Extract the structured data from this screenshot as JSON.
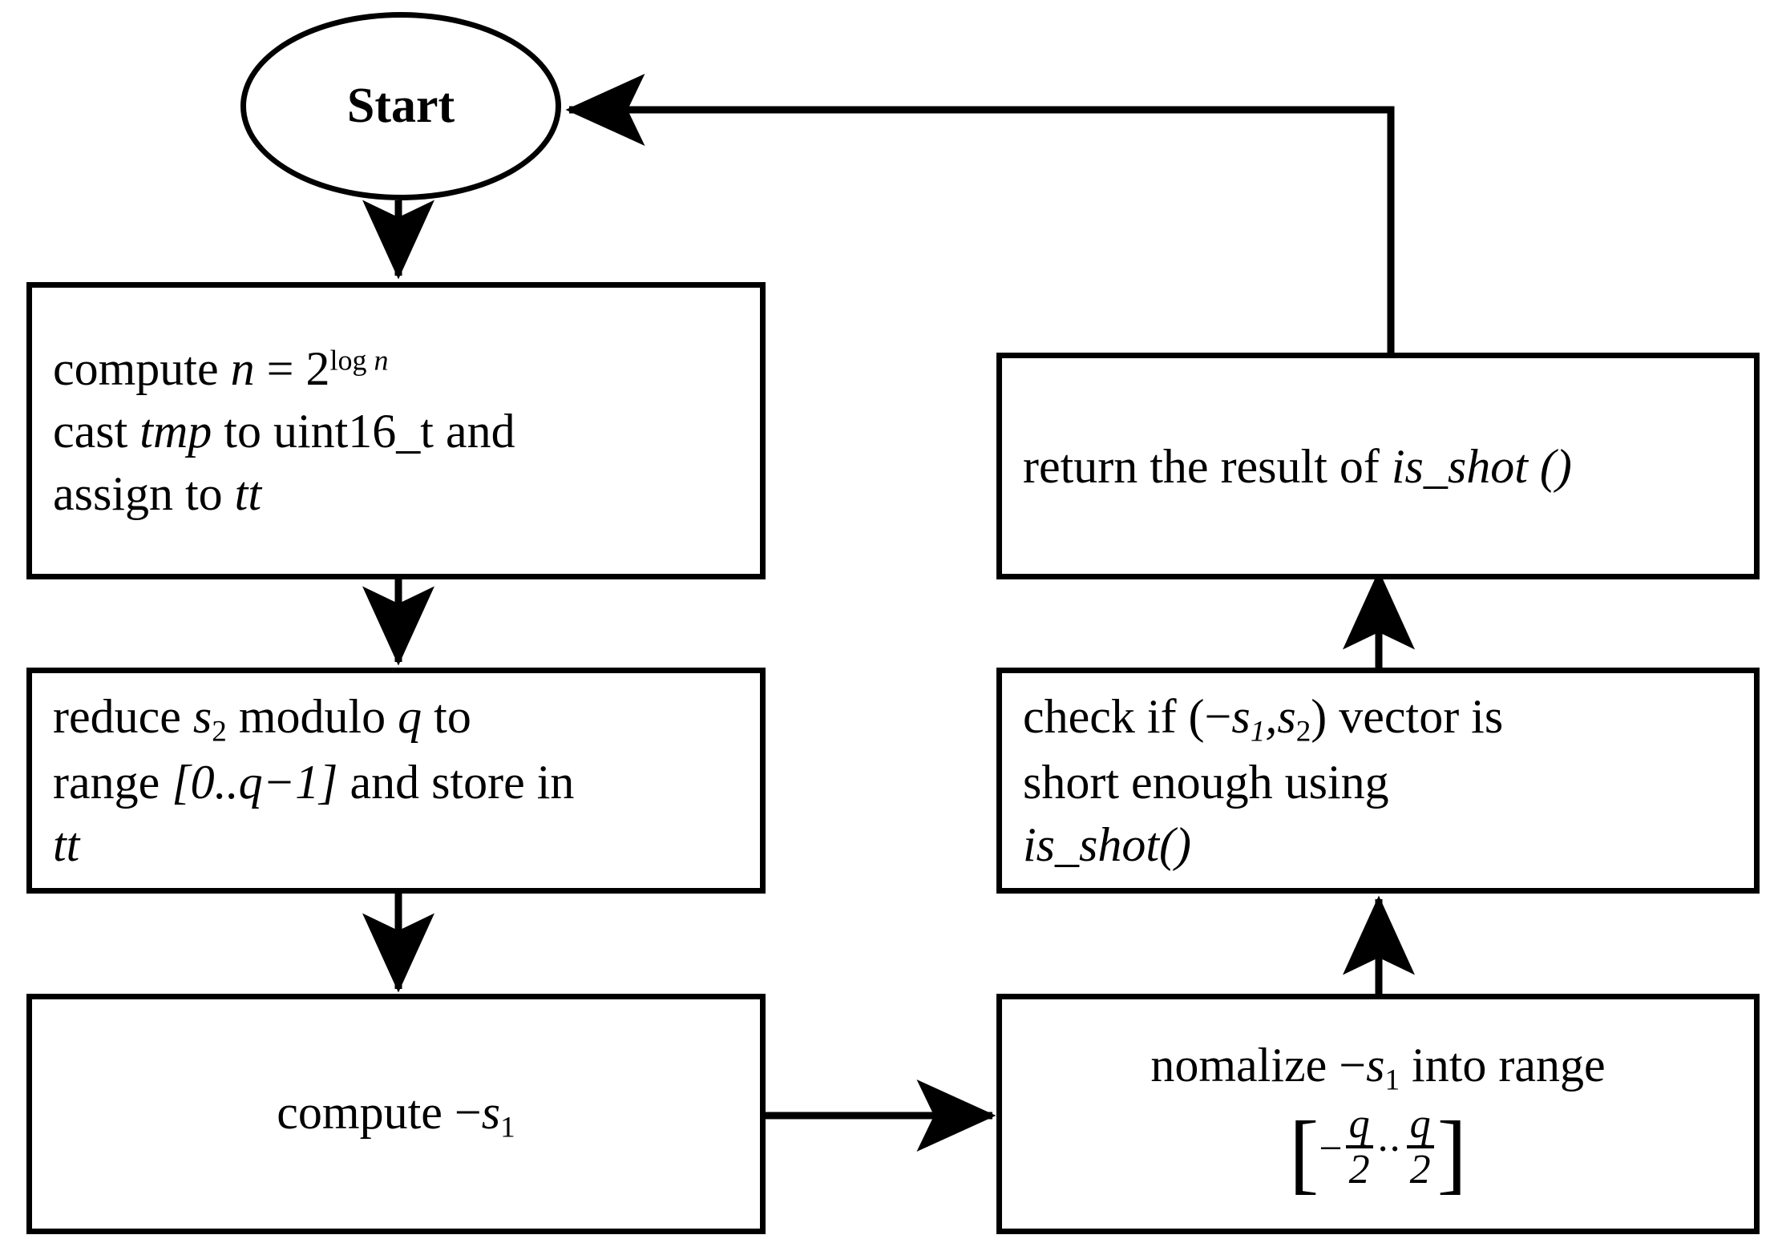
{
  "diagram": {
    "type": "flowchart",
    "title": "",
    "background": "#ffffff",
    "stroke": "#000000"
  },
  "nodes": {
    "start": {
      "shape": "ellipse",
      "label": "Start"
    },
    "compute_n": {
      "shape": "process",
      "line1_a": "compute ",
      "line1_var": "n",
      "line1_b": " = 2",
      "line1_sup_a": "log ",
      "line1_sup_var": "n",
      "line2_a": "cast ",
      "line2_var": "tmp",
      "line2_b": " to uint16_t and",
      "line3_a": "assign to ",
      "line3_var": "tt"
    },
    "reduce_s2": {
      "shape": "process",
      "line1_a": "reduce ",
      "line1_var": "s",
      "line1_sub": "2",
      "line1_b": " modulo ",
      "line1_var2": "q",
      "line1_c": " to",
      "line2_a": "range ",
      "line2_range": "[0..q−1]",
      "line2_b": " and store in",
      "line3_var": "tt"
    },
    "compute_neg_s1": {
      "shape": "process",
      "line1_a": "compute −",
      "line1_var": "s",
      "line1_sub": "1"
    },
    "normalize": {
      "shape": "process",
      "line1_a": "nomalize −",
      "line1_var": "s",
      "line1_sub": "1",
      "line1_b": " into range",
      "range_open": "[",
      "range_minus": "−",
      "range_num1": "q",
      "range_den1": "2",
      "range_dots": "..",
      "range_num2": "q",
      "range_den2": "2",
      "range_close": "]"
    },
    "check_short": {
      "shape": "process",
      "line1_a": "check if (−",
      "line1_var1": "s",
      "line1_sub1": "1",
      "line1_comma": ",",
      "line1_var2": "s",
      "line1_sub2": "2",
      "line1_b": ") vector is",
      "line2": "short enough  using",
      "line3_var": "is_shot()"
    },
    "return_result": {
      "shape": "process",
      "line1_a": "return the result of ",
      "line1_var": "is_shot ()"
    }
  },
  "edges": [
    {
      "name": "start-to-compute-n",
      "from": "start",
      "to": "compute_n",
      "direction": "down",
      "label": ""
    },
    {
      "name": "compute-n-to-reduce-s2",
      "from": "compute_n",
      "to": "reduce_s2",
      "direction": "down",
      "label": ""
    },
    {
      "name": "reduce-s2-to-compute-neg-s1",
      "from": "reduce_s2",
      "to": "compute_neg_s1",
      "direction": "down",
      "label": ""
    },
    {
      "name": "compute-neg-s1-to-normalize",
      "from": "compute_neg_s1",
      "to": "normalize",
      "direction": "right",
      "label": ""
    },
    {
      "name": "normalize-to-check-short",
      "from": "normalize",
      "to": "check_short",
      "direction": "up",
      "label": ""
    },
    {
      "name": "check-short-to-return",
      "from": "check_short",
      "to": "return_result",
      "direction": "up",
      "label": ""
    },
    {
      "name": "return-to-start",
      "from": "return_result",
      "to": "start",
      "direction": "loop-up-left",
      "label": ""
    }
  ]
}
